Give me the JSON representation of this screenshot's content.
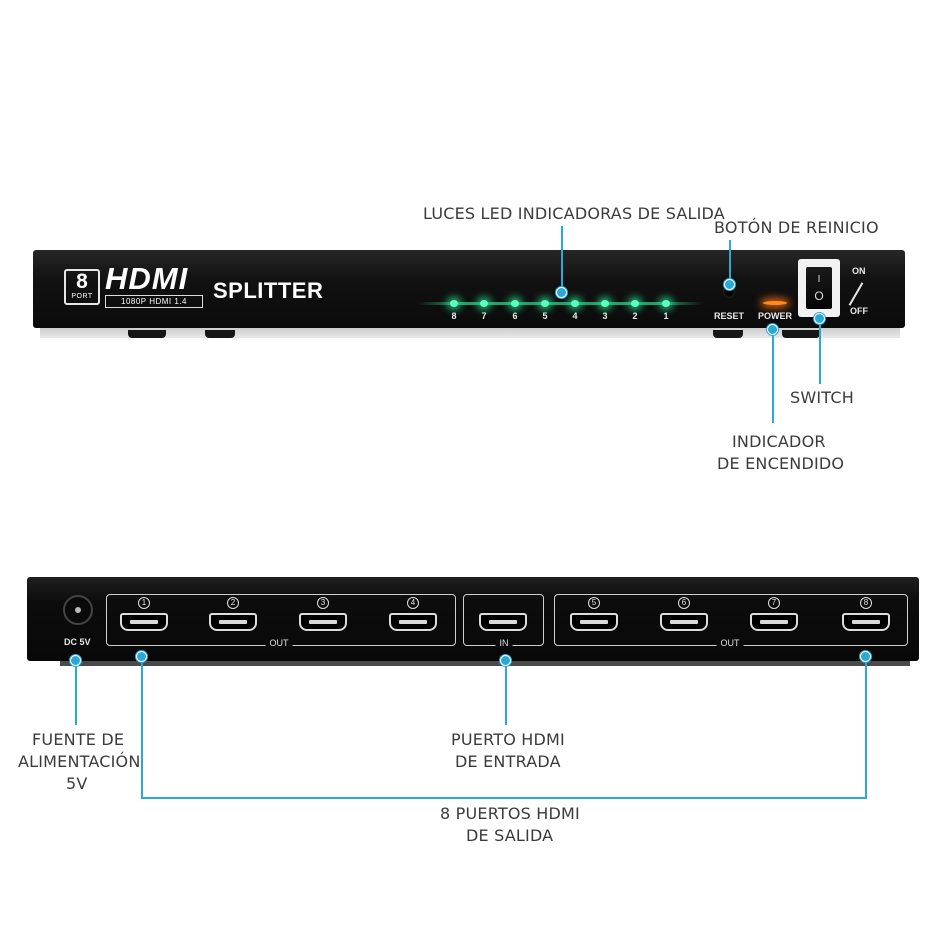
{
  "front_panel": {
    "logo_number": "8",
    "logo_port": "PORT",
    "hdmi_word": "HDMI",
    "hdmi_sub": "1080P HDMI 1.4",
    "title": "SPLITTER",
    "led_labels": [
      "8",
      "7",
      "6",
      "5",
      "4",
      "3",
      "2",
      "1"
    ],
    "reset_label": "RESET",
    "power_label": "POWER",
    "switch_on_symbol": "I",
    "switch_off_symbol": "O",
    "on_label": "ON",
    "off_label": "OFF"
  },
  "back_panel": {
    "dc_label": "DC 5V",
    "out_label_left": "OUT",
    "in_label": "IN",
    "out_label_right": "OUT",
    "port_numbers": [
      "1",
      "2",
      "3",
      "4",
      "5",
      "6",
      "7",
      "8"
    ]
  },
  "callouts": {
    "leds": "LUCES LED INDICADORAS DE SALIDA",
    "reset": "BOTÓN DE REINICIO",
    "switch": "SWITCH",
    "power_line1": "INDICADOR",
    "power_line2": "DE ENCENDIDO",
    "dc_line1": "FUENTE DE",
    "dc_line2": "ALIMENTACIÓN",
    "dc_line3": "5V",
    "hdmi_in_line1": "PUERTO HDMI",
    "hdmi_in_line2": "DE ENTRADA",
    "outputs_line1": "8 PUERTOS HDMI",
    "outputs_line2": "DE SALIDA"
  },
  "colors": {
    "callout_line": "#2aa8d8",
    "led_green": "#5fffc1",
    "power_orange": "#ff8a1a"
  }
}
